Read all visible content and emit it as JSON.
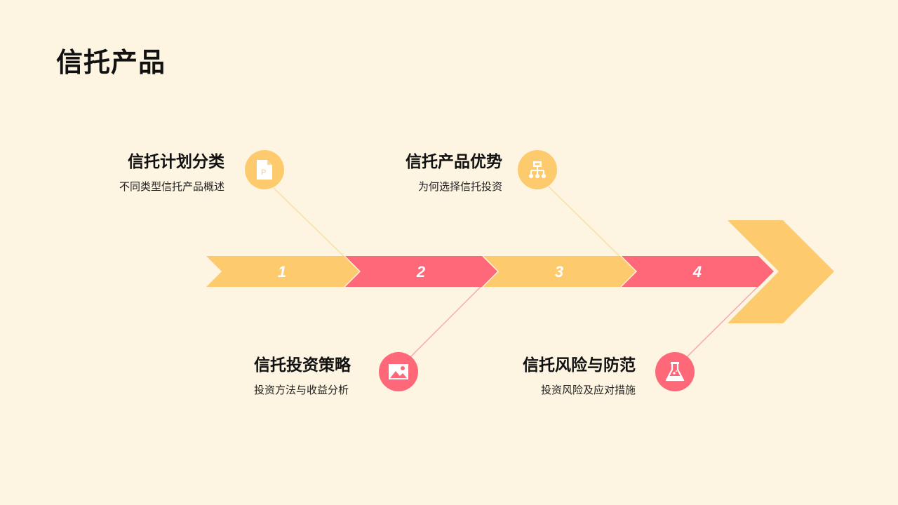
{
  "page": {
    "title": "信托产品"
  },
  "colors": {
    "background": "#FDF4E2",
    "yellow": "#FDCB6E",
    "pink": "#FF6879",
    "connector_yellow": "#F8DFA0",
    "connector_pink": "#F7A7AF"
  },
  "steps": [
    {
      "number": "1",
      "heading": "信托计划分类",
      "subtitle": "不同类型信托产品概述",
      "icon": "document-icon"
    },
    {
      "number": "2",
      "heading": "信托投资策略",
      "subtitle": "投资方法与收益分析",
      "icon": "image-icon"
    },
    {
      "number": "3",
      "heading": "信托产品优势",
      "subtitle": "为何选择信托投资",
      "icon": "hierarchy-icon"
    },
    {
      "number": "4",
      "heading": "信托风险与防范",
      "subtitle": "投资风险及应对措施",
      "icon": "flask-icon"
    }
  ]
}
